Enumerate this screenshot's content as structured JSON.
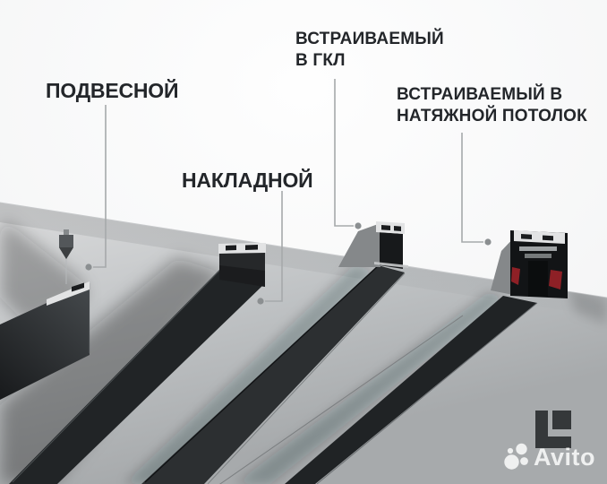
{
  "page": {
    "kind": "product-infographic",
    "language": "ru",
    "subject": "magnetic track lighting mounting types"
  },
  "labels": {
    "suspended": "ПОДВЕСНОЙ",
    "surface": "НАКЛАДНОЙ",
    "recessed_gkl": "ВСТРАИВАЕМЫЙ\nВ ГКЛ",
    "recessed_stretch": "ВСТРАИВАЕМЫЙ В\nНАТЯЖНОЙ ПОТОЛОК"
  },
  "watermark": {
    "text": "Avito"
  },
  "icons": {
    "brand_logo": "l-square-logo",
    "watermark_logo": "avito-circles-logo",
    "leader_marker": "dot"
  },
  "colors": {
    "background_white": "#fbfcfc",
    "ceiling_light": "#d8d9da",
    "ceiling_dark": "#a7aaac",
    "track_black": "#212426",
    "track_body_dark": "#17191b",
    "aluminum": "#e2e3e4",
    "slot_dark": "#1a1c1e",
    "drywall_cut_gray": "#85888a",
    "gasket_red": "#8e2026",
    "label_text": "#23262a",
    "leader_line": "#a6a9ab",
    "leader_dot": "#8b8f91",
    "cable_gray": "#b5b8ba",
    "mount_gray": "#53575a",
    "brand_logo_dark": "#35383a",
    "watermark_white": "#ffffff"
  }
}
